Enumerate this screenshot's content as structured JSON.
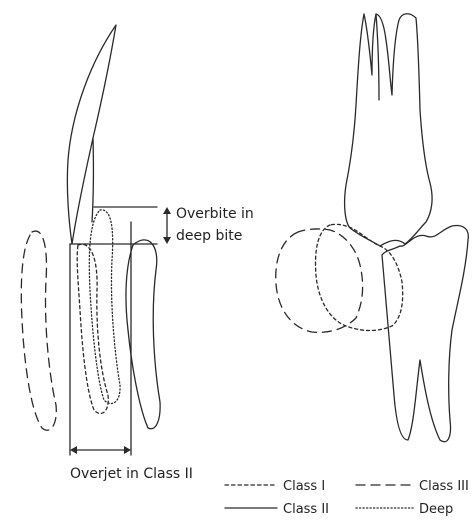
{
  "labels": {
    "overbite_line1": "Overbite in",
    "overbite_line2": "deep bite",
    "overjet": "Overjet in Class II"
  },
  "legend": [
    {
      "label": "Class I",
      "style": "dashed-short"
    },
    {
      "label": "Class III",
      "style": "dashed-long"
    },
    {
      "label": "Class II",
      "style": "solid"
    },
    {
      "label": "Deep",
      "style": "dotted"
    }
  ],
  "colors": {
    "line": "#2a2a2a",
    "text": "#222222"
  }
}
